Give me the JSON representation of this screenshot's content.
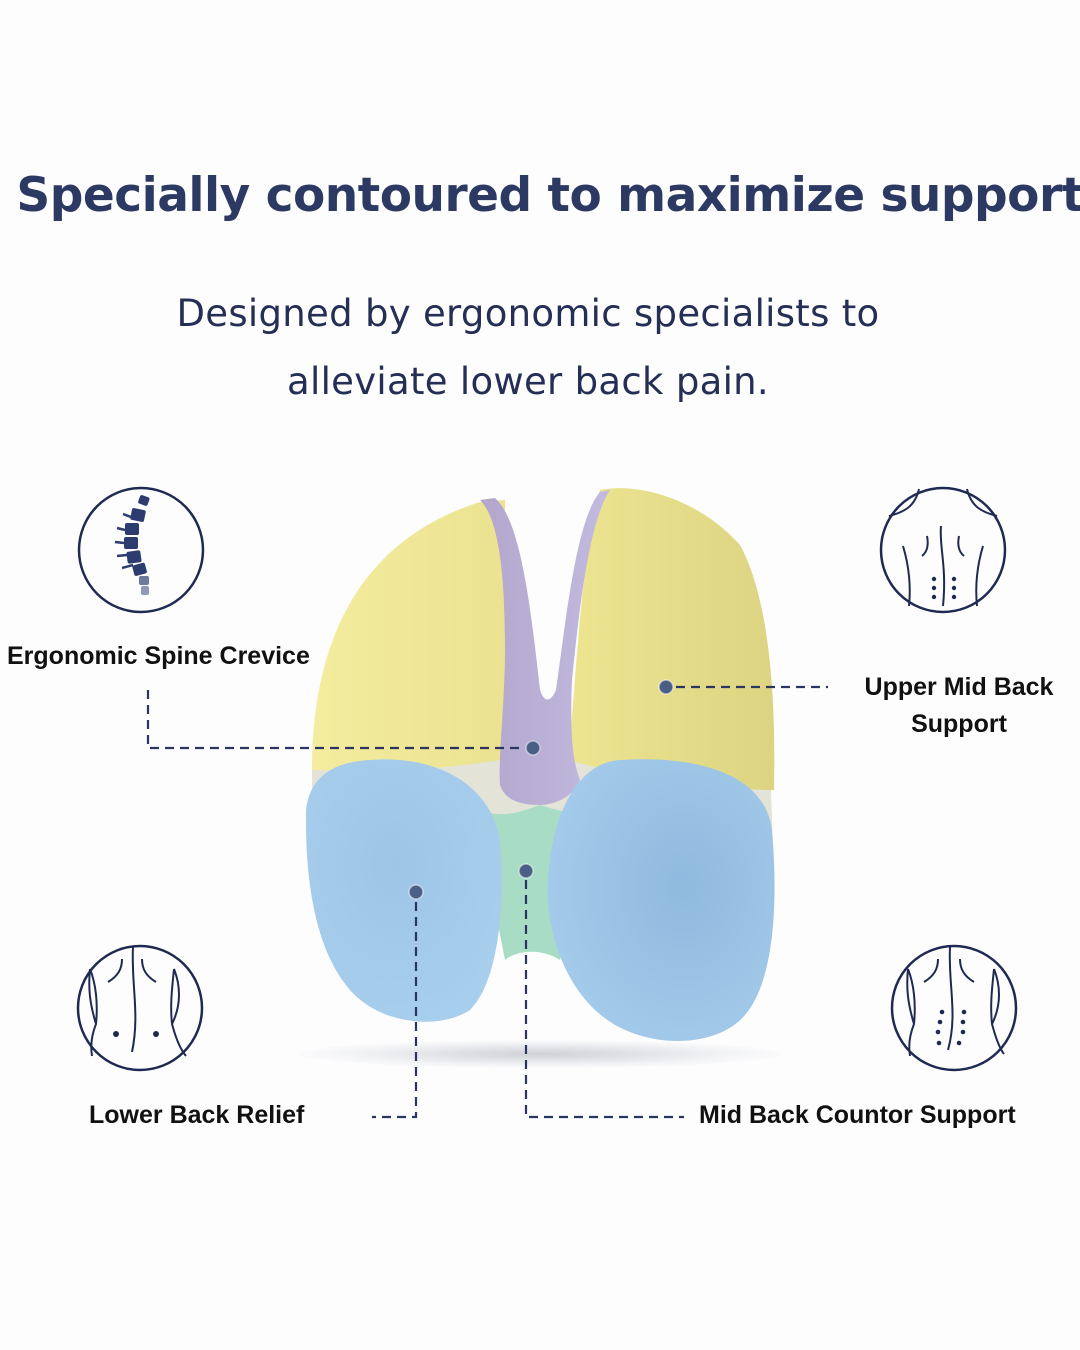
{
  "header": {
    "headline": "Specially contoured to maximize support",
    "subtitle_line1": "Designed by ergonomic specialists to",
    "subtitle_line2": "alleviate lower back pain."
  },
  "colors": {
    "heading": "#2c3a63",
    "subtitle": "#252f55",
    "icon_stroke": "#1f2a52",
    "marker_dot": "#4a5f85",
    "leader_line": "#2a3560",
    "zone_upper_mid_back": "#f1e89c",
    "zone_spine_crevice": "#bdb3d6",
    "zone_mid_back_contour": "#a9dcc6",
    "zone_lower_back": "#9cc6e6",
    "zone_neutral": "#e2e2d6"
  },
  "features": [
    {
      "id": "spine-crevice",
      "label": "Ergonomic Spine Crevice",
      "icon": "spine-vertebrae-icon"
    },
    {
      "id": "upper-mid-back",
      "label_line1": "Upper Mid Back",
      "label_line2": "Support",
      "icon": "upper-back-icon"
    },
    {
      "id": "lower-back",
      "label": "Lower Back Relief",
      "icon": "lower-back-icon"
    },
    {
      "id": "mid-back-contour",
      "label": "Mid Back Countor Support",
      "icon": "mid-back-icon"
    }
  ]
}
